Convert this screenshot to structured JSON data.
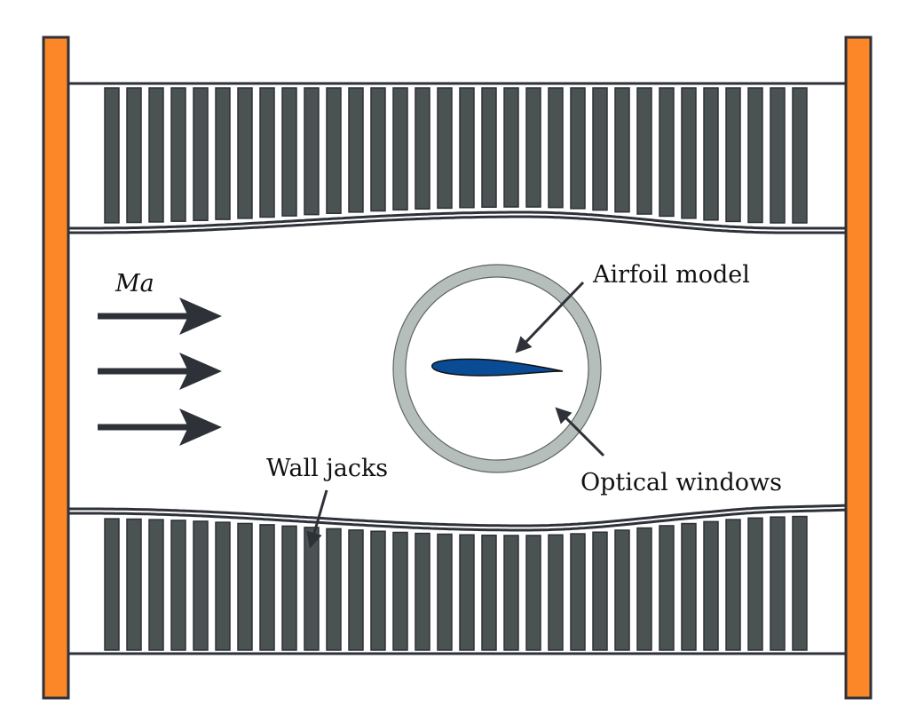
{
  "labels": {
    "mach": "Ma",
    "airfoil": "Airfoil model",
    "windows": "Optical windows",
    "jacks": "Wall jacks"
  },
  "colors": {
    "end_plate": "#fb8729",
    "outline": "#2e3138",
    "jack": "#4a5252",
    "window_ring": "#b5bebb",
    "airfoil": "#0a4b96",
    "arrow": "#2e3138"
  },
  "jack_count_per_wall": 32
}
